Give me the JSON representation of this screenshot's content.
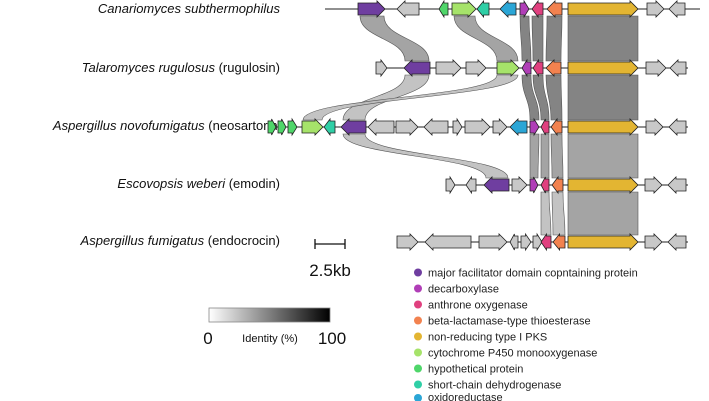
{
  "colors": {
    "purple": "#6f3ea0",
    "magenta": "#b03eb7",
    "pink": "#e0407f",
    "orange": "#f2824f",
    "gold": "#e3b532",
    "lightgreen": "#a6e36a",
    "green": "#4fd66a",
    "teal": "#2fcfa6",
    "blue": "#2ba6d6",
    "grey": "#c8c8c8",
    "band_dark": "#777777",
    "band_mid": "#9a9a9a",
    "band_light": "#bdbdbd",
    "outline": "#222222"
  },
  "clusters": [
    {
      "species": "Canariomyces subthermophilus",
      "product": ""
    },
    {
      "species": "Talaromyces rugulosus",
      "product": "(rugulosin)"
    },
    {
      "species": "Aspergillus novofumigatus",
      "product": "(neosartorin)"
    },
    {
      "species": "Escovopsis weberi",
      "product": "(emodin)"
    },
    {
      "species": "Aspergillus fumigatus",
      "product": "(endocrocin)"
    }
  ],
  "scale_bar": {
    "label": "2.5kb"
  },
  "identity_scale": {
    "min_label": "0",
    "max_label": "100",
    "label": "Identity (%)"
  },
  "legend": [
    {
      "label": "major facilitator domain copntaining protein",
      "color": "#6f3ea0"
    },
    {
      "label": "decarboxylase",
      "color": "#b03eb7"
    },
    {
      "label": "anthrone oxygenase",
      "color": "#e0407f"
    },
    {
      "label": "beta-lactamase-type thioesterase",
      "color": "#f2824f"
    },
    {
      "label": "non-reducing type I PKS",
      "color": "#e3b532"
    },
    {
      "label": "cytochrome P450 monooxygenase",
      "color": "#a6e36a"
    },
    {
      "label": "hypothetical protein",
      "color": "#4fd66a"
    },
    {
      "label": "short-chain dehydrogenase",
      "color": "#2fcfa6"
    },
    {
      "label": "oxidoreductase",
      "color": "#2ba6d6"
    }
  ]
}
